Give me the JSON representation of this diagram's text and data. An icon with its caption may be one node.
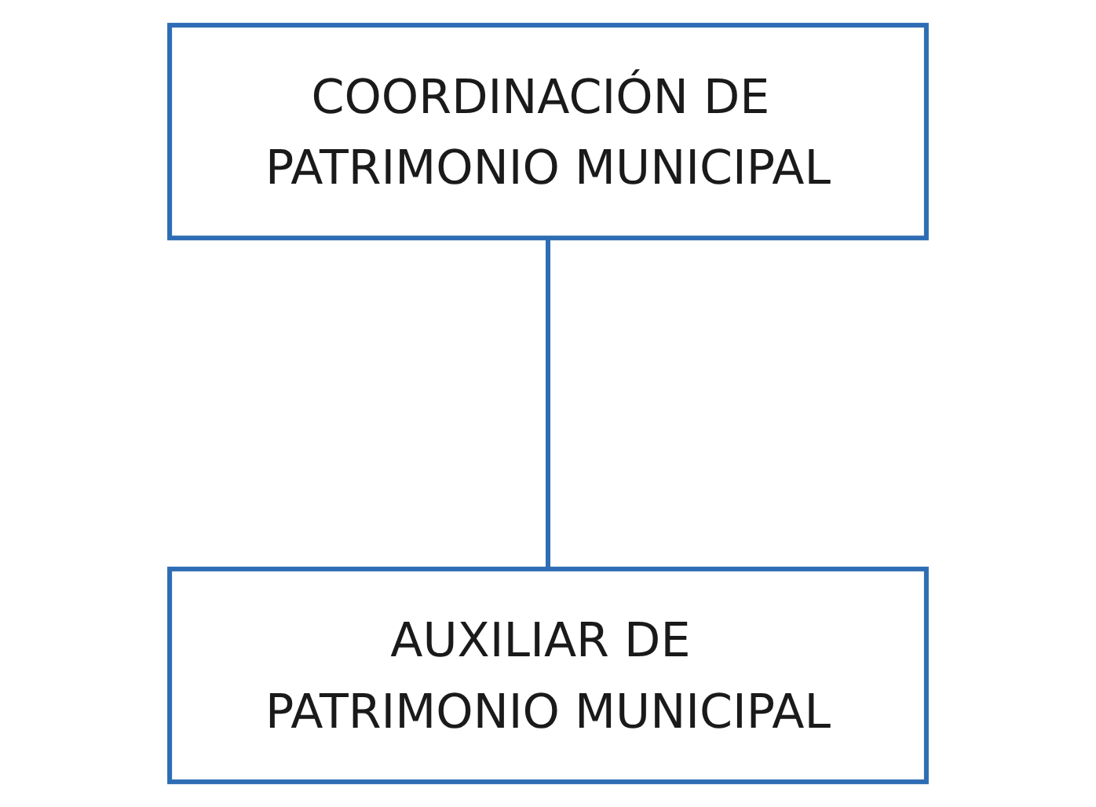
{
  "diagram": {
    "nodes": [
      {
        "text": [
          "COORDINACIÓN DE PATRIMONIO MUNICIPAL"
        ]
      },
      {
        "text": [
          "AUXILIAR DE PATRIMONIO MUNICIPAL"
        ]
      }
    ],
    "edges": [
      {
        "from": 0,
        "to": 1,
        "arrow": "none"
      }
    ]
  }
}
